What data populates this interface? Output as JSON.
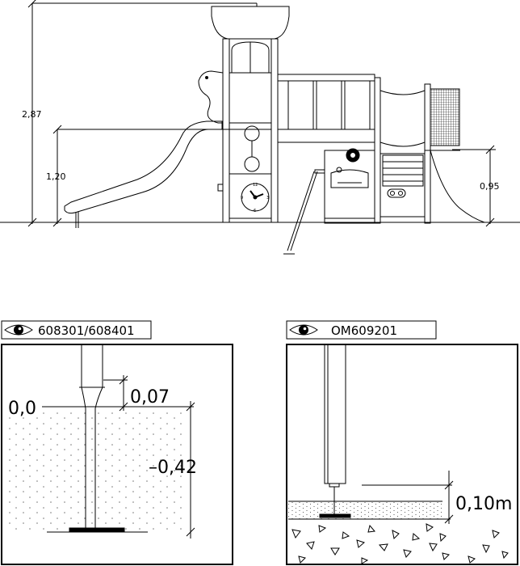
{
  "overview": {
    "dims": {
      "total_height": "2,87",
      "slide_height": "1,20",
      "platform_height": "0,95"
    },
    "colors": {
      "line": "#000000",
      "background": "#ffffff",
      "rubber": "#eeeeee",
      "dots": "#777777"
    }
  },
  "detail_left": {
    "header": "608301/608401",
    "icon": "eye-icon",
    "ground_level": "0,0",
    "top_offset": "0,07",
    "depth": "–0,42"
  },
  "detail_right": {
    "header": "OM609201",
    "icon": "eye-icon",
    "clearance": "0,10m"
  }
}
